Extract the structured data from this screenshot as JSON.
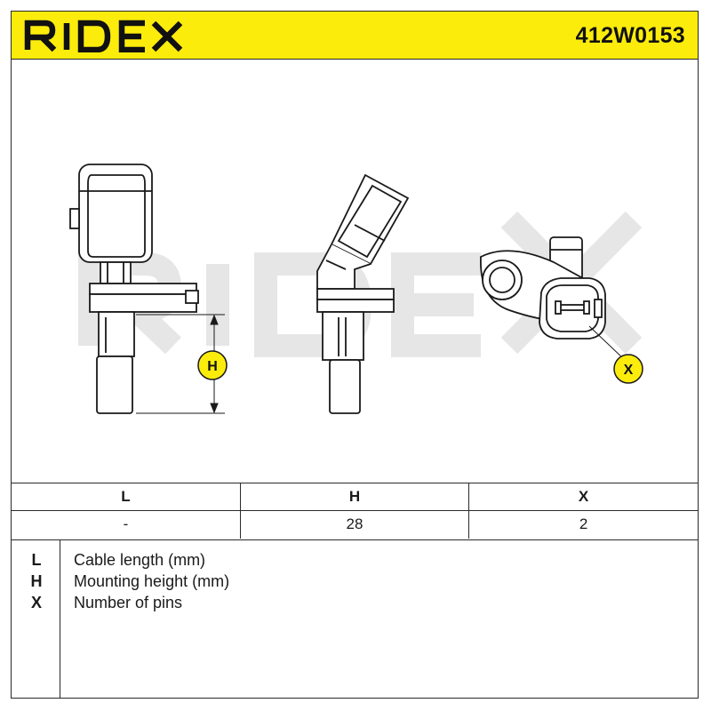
{
  "header": {
    "brand": "RIDEX",
    "part_number": "412W0153",
    "background_color": "#fcec0c"
  },
  "drawing": {
    "watermark": "RIDEX",
    "callouts": {
      "h": "H",
      "x": "X"
    }
  },
  "dimensions": {
    "columns": [
      "L",
      "H",
      "X"
    ],
    "values": [
      "-",
      "28",
      "2"
    ]
  },
  "legend": [
    {
      "key": "L",
      "description": "Cable length (mm)"
    },
    {
      "key": "H",
      "description": "Mounting height (mm)"
    },
    {
      "key": "X",
      "description": "Number of pins"
    }
  ]
}
